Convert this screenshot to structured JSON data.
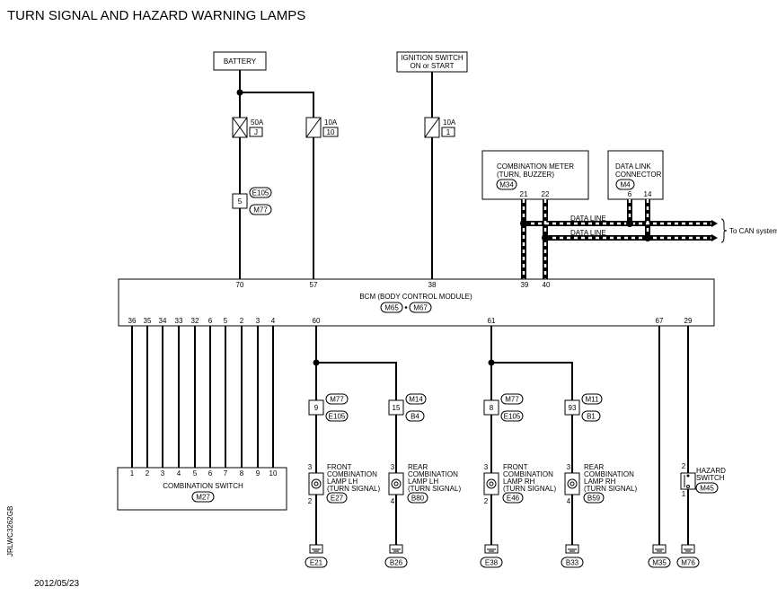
{
  "title": "TURN SIGNAL AND HAZARD WARNING LAMPS",
  "date": "2012/05/23",
  "side_code": "JRLWC3262GB",
  "battery": "BATTERY",
  "ignition": {
    "line1": "IGNITION SWITCH",
    "line2": "ON or START"
  },
  "fuses": [
    {
      "amp": "50A",
      "id": "J"
    },
    {
      "amp": "10A",
      "id": "10"
    },
    {
      "amp": "10A",
      "id": "1"
    }
  ],
  "joint_connector": {
    "pin": "5",
    "top": "E105",
    "bottom": "M77"
  },
  "combination_meter": {
    "line1": "COMBINATION METER",
    "line2": "(TURN, BUZZER)",
    "conn": "M34",
    "pins": [
      "21",
      "22"
    ]
  },
  "data_link": {
    "line1": "DATA LINK",
    "line2": "CONNECTOR",
    "conn": "M4",
    "pins": [
      "6",
      "14"
    ]
  },
  "data_line_label": "DATA LINE",
  "can_label": "To CAN system",
  "bcm": {
    "name": "BCM (BODY CONTROL MODULE)",
    "conn1": "M65",
    "conn2": "M67",
    "top_pins": [
      "70",
      "57",
      "38",
      "39",
      "40"
    ],
    "bottom_pins": [
      "36",
      "35",
      "34",
      "33",
      "32",
      "6",
      "5",
      "2",
      "3",
      "4",
      "60",
      "61",
      "67",
      "29"
    ]
  },
  "combination_switch": {
    "name": "COMBINATION SWITCH",
    "conn": "M27",
    "pins": [
      "1",
      "2",
      "3",
      "4",
      "5",
      "6",
      "7",
      "8",
      "9",
      "10"
    ]
  },
  "inline_connectors": [
    {
      "pin": "9",
      "top": "M77",
      "bottom": "E105"
    },
    {
      "pin": "15",
      "top": "M14",
      "bottom": "B4"
    },
    {
      "pin": "8",
      "top": "M77",
      "bottom": "E105"
    },
    {
      "pin": "93",
      "top": "M11",
      "bottom": "B1"
    }
  ],
  "lamps": [
    {
      "line1": "FRONT",
      "line2": "COMBINATION",
      "line3": "LAMP LH",
      "line4": "(TURN SIGNAL)",
      "conn": "E27",
      "pin_top": "3",
      "pin_bottom": "2"
    },
    {
      "line1": "REAR",
      "line2": "COMBINATION",
      "line3": "LAMP LH",
      "line4": "(TURN SIGNAL)",
      "conn": "B80",
      "pin_top": "3",
      "pin_bottom": "4"
    },
    {
      "line1": "FRONT",
      "line2": "COMBINATION",
      "line3": "LAMP RH",
      "line4": "(TURN SIGNAL)",
      "conn": "E46",
      "pin_top": "3",
      "pin_bottom": "2"
    },
    {
      "line1": "REAR",
      "line2": "COMBINATION",
      "line3": "LAMP RH",
      "line4": "(TURN SIGNAL)",
      "conn": "B59",
      "pin_top": "3",
      "pin_bottom": "4"
    }
  ],
  "hazard_switch": {
    "line1": "HAZARD",
    "line2": "SWITCH",
    "conn": "M45",
    "pin_top": "2",
    "pin_bottom": "1"
  },
  "grounds": [
    "E21",
    "B26",
    "E38",
    "B33",
    "M35",
    "M76"
  ]
}
